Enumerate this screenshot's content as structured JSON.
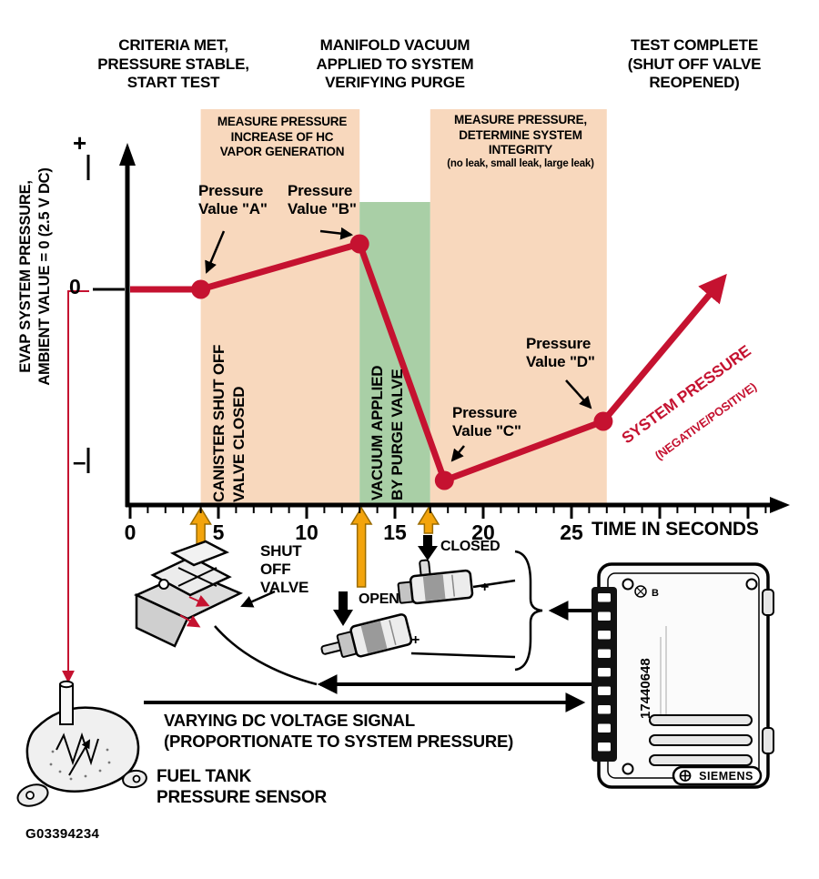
{
  "header": {
    "phase1": "CRITERIA MET,\nPRESSURE STABLE,\nSTART TEST",
    "phase2": "MANIFOLD VACUUM\nAPPLIED TO SYSTEM\nVERIFYING PURGE",
    "phase3": "TEST COMPLETE\n(SHUT OFF VALVE\nREOPENED)",
    "sub1": "MEASURE PRESSURE\nINCREASE OF HC\nVAPOR GENERATION",
    "sub2": "MEASURE PRESSURE,\nDETERMINE SYSTEM\nINTEGRITY",
    "sub2_note": "(no leak, small leak, large leak)"
  },
  "axis": {
    "y_label": "EVAP SYSTEM PRESSURE,\nAMBIENT VALUE = 0 (2.5 V DC)",
    "plus": "+",
    "zero": "0",
    "minus": "–",
    "x_label": "TIME IN SECONDS"
  },
  "regions": {
    "canister": "CANISTER SHUT OFF\nVALVE CLOSED",
    "vacuum": "VACUUM APPLIED\nBY PURGE VALVE"
  },
  "annotations": {
    "a": "Pressure\nValue \"A\"",
    "b": "Pressure\nValue \"B\"",
    "c": "Pressure\nValue \"C\"",
    "d": "Pressure\nValue \"D\"",
    "system_pressure_1": "SYSTEM PRESSURE",
    "system_pressure_2": "(NEGATIVE/POSITIVE)"
  },
  "components": {
    "shut_off_valve": "SHUT\nOFF\nVALVE",
    "open": "OPEN",
    "closed": "CLOSED",
    "plus": "+",
    "signal": "VARYING DC VOLTAGE SIGNAL\n(PROPORTIONATE TO SYSTEM PRESSURE)",
    "sensor": "FUEL TANK\nPRESSURE SENSOR",
    "ecu_brand": "SIEMENS",
    "ecu_part": "17440648",
    "ecu_marking": "B"
  },
  "figure_id": "G03394234",
  "colors": {
    "curve": "#c51230",
    "phase_shade": "#f8d8bd",
    "purge_shade": "#a9cfa6",
    "valve_arrow": "#f3a40c"
  },
  "chart_data": {
    "type": "line",
    "title": "EVAP leak detection test: system pressure vs time",
    "xlabel": "TIME IN SECONDS",
    "ylabel": "EVAP SYSTEM PRESSURE, AMBIENT VALUE = 0 (2.5 V DC)",
    "x_ticks": [
      0,
      5,
      10,
      15,
      20,
      25
    ],
    "x_range": [
      0,
      36
    ],
    "y_axis_marks": [
      "+",
      "0",
      "–"
    ],
    "grid": false,
    "series": [
      {
        "name": "SYSTEM PRESSURE (NEGATIVE/POSITIVE)",
        "color": "#c51230",
        "points": [
          {
            "t": 0,
            "p": 0
          },
          {
            "t": 4,
            "p": 0,
            "label": "A"
          },
          {
            "t": 13,
            "p": 0.5,
            "label": "B"
          },
          {
            "t": 17.8,
            "p": -2.1,
            "label": "C"
          },
          {
            "t": 26.8,
            "p": -1.45,
            "label": "D"
          },
          {
            "t": 33.5,
            "p": 0.1
          }
        ]
      }
    ],
    "phases": [
      {
        "label": "CANISTER SHUT OFF VALVE CLOSED",
        "t_start": 4,
        "t_end": 13,
        "color": "#f8d8bd"
      },
      {
        "label": "VACUUM APPLIED BY PURGE VALVE",
        "t_start": 13,
        "t_end": 17,
        "color": "#a9cfa6"
      },
      {
        "label": "MEASURE PRESSURE, DETERMINE SYSTEM INTEGRITY",
        "t_start": 17,
        "t_end": 27,
        "color": "#f8d8bd"
      }
    ],
    "event_markers_t": [
      4,
      13.1,
      16.9
    ]
  }
}
